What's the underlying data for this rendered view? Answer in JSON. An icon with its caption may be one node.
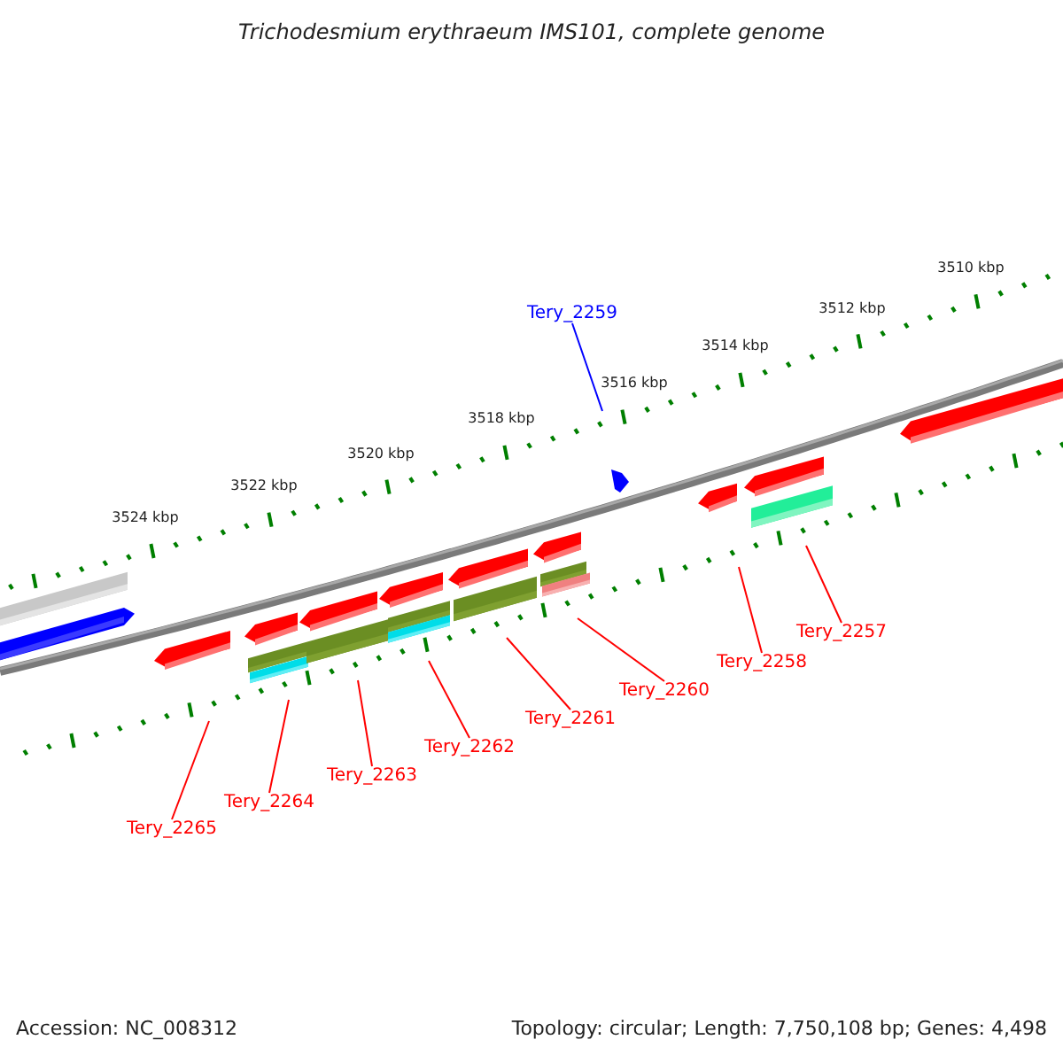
{
  "diagram": {
    "title": "Trichodesmium erythraeum IMS101, complete genome",
    "nodes": [
      {
        "text": [
          "Tery_2259"
        ]
      },
      {
        "text": [
          "Tery_2257"
        ]
      },
      {
        "text": [
          "Tery_2258"
        ]
      },
      {
        "text": [
          "Tery_2260"
        ]
      },
      {
        "text": [
          "Tery_2261"
        ]
      },
      {
        "text": [
          "Tery_2262"
        ]
      },
      {
        "text": [
          "Tery_2263"
        ]
      },
      {
        "text": [
          "Tery_2264"
        ]
      },
      {
        "text": [
          "Tery_2265"
        ]
      }
    ],
    "edges": [
      {
        "from": 0,
        "to": null,
        "arrow": "none",
        "color": "#0000ff"
      },
      {
        "from": 1,
        "to": null,
        "arrow": "none"
      },
      {
        "from": 2,
        "to": null,
        "arrow": "none"
      },
      {
        "from": 3,
        "to": null,
        "arrow": "none"
      },
      {
        "from": 4,
        "to": null,
        "arrow": "none"
      },
      {
        "from": 5,
        "to": null,
        "arrow": "none"
      },
      {
        "from": 6,
        "to": null,
        "arrow": "none"
      },
      {
        "from": 7,
        "to": null,
        "arrow": "none"
      },
      {
        "from": 8,
        "to": null,
        "arrow": "none"
      }
    ],
    "labels": [
      "3510 kbp",
      "3512 kbp",
      "3514 kbp",
      "3516 kbp",
      "3518 kbp",
      "3520 kbp",
      "3522 kbp",
      "3524 kbp",
      "Accession: NC_008312",
      "Topology: circular; Length: 7,750,108 bp; Genes: 4,498"
    ]
  }
}
